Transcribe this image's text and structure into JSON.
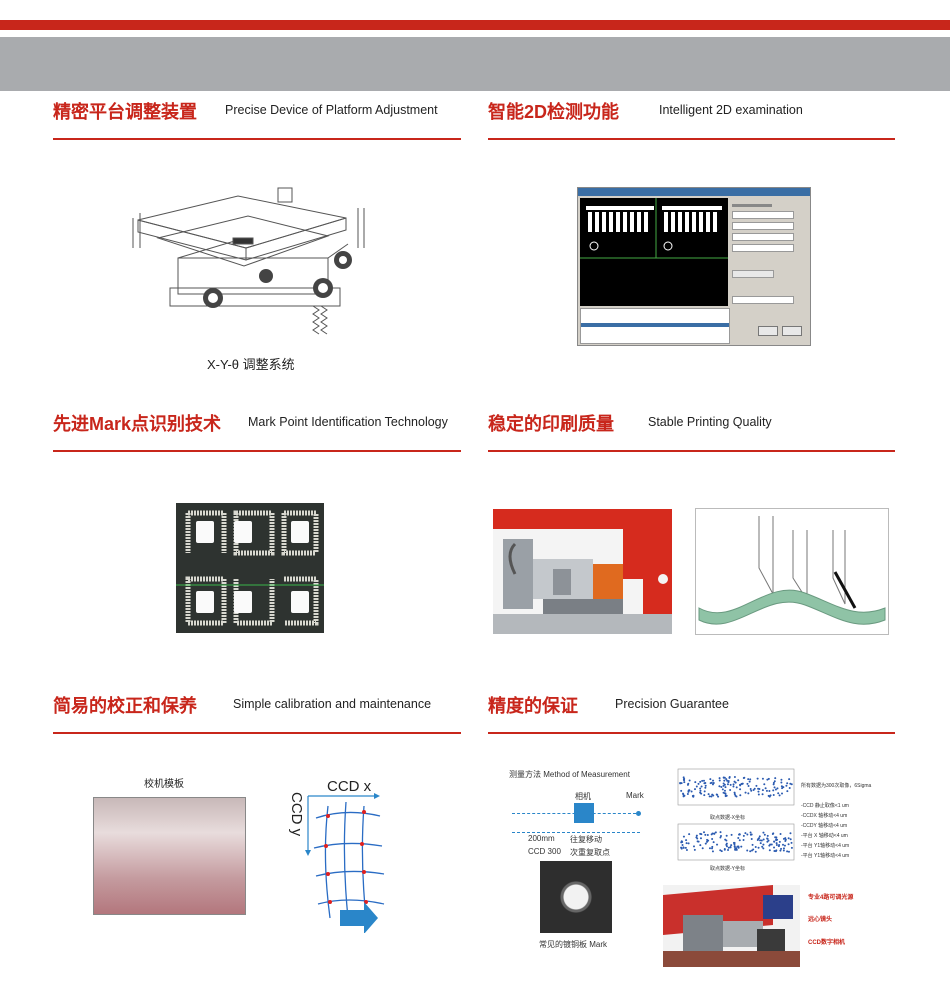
{
  "sections": [
    {
      "zh": "精密平台调整装置",
      "en": "Precise Device of Platform Adjustment",
      "caption": "X-Y-θ  调整系统"
    },
    {
      "zh": "智能2D检测功能",
      "en": "Intelligent 2D examination"
    },
    {
      "zh": "先进Mark点识别技术",
      "en": "Mark Point Identification Technology"
    },
    {
      "zh": "稳定的印刷质量",
      "en": "Stable Printing Quality"
    },
    {
      "zh": "简易的校正和保养",
      "en": "Simple calibration and maintenance",
      "template_label": "校机模板",
      "ccd_x": "CCD x",
      "ccd_y": "CCD y"
    },
    {
      "zh": "精度的保证",
      "en": "Precision Guarantee"
    }
  ],
  "measurement": {
    "method": "测量方法   Method of Measurement",
    "camera": "相机",
    "mark": "Mark",
    "dist1": "200mm",
    "dist2": "CCD 300",
    "move1": "往复移动",
    "move2": "次重复取点",
    "plate_caption": "常见的镀铜板     Mark",
    "chart1_label": "取点数据-X坐标",
    "chart2_label": "取点数据-Y坐标",
    "stats": [
      "所有数据为300次取像，6Sigma",
      "-CCD 静止取像<1 um",
      "-CCDX 轴移动<4 um",
      "-CCDY 轴移动<4 um",
      "-平台 X 轴移动<4 um",
      "-平台 Y1轴移动<4 um",
      "-平台 Y1轴移动<4 um"
    ],
    "machine_labels": [
      "专业4路可调光源",
      "远心镜头",
      "CCD数字相机"
    ]
  },
  "colors": {
    "accent": "#c8261b",
    "band": "#a9abae",
    "blue": "#2a86c9"
  }
}
